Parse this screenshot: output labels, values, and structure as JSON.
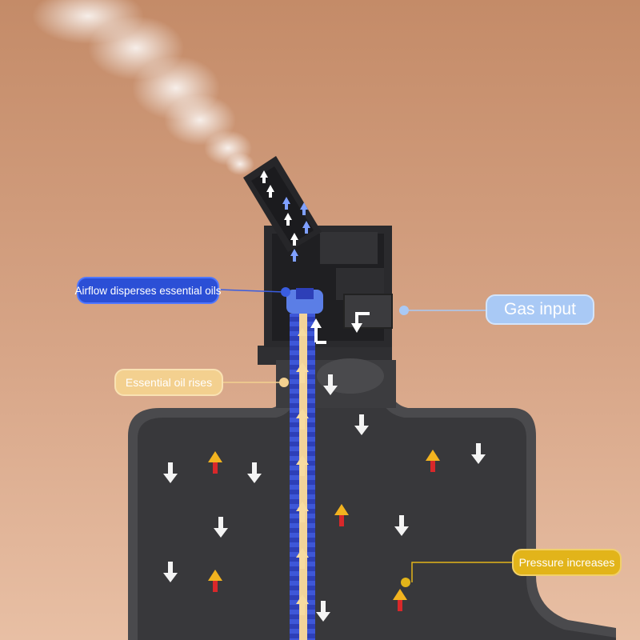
{
  "labels": {
    "airflow": "Airflow disperses essential oils",
    "gas_input": "Gas input",
    "oil_rises": "Essential oil rises",
    "pressure": "Pressure increases"
  },
  "colors": {
    "background_top": "#c68f6d",
    "background_bottom": "#e1b59a",
    "bottle": "#3f3f42",
    "airflow_callout": "#2b4fd6",
    "gas_callout": "#a9c9f5",
    "oil_callout": "#f3d08f",
    "pressure_callout": "#e2b41a"
  },
  "icons": [
    "mist-plume",
    "up-arrow-blue",
    "down-arrow-white",
    "up-arrow-red-yellow",
    "elbow-arrow-white"
  ]
}
